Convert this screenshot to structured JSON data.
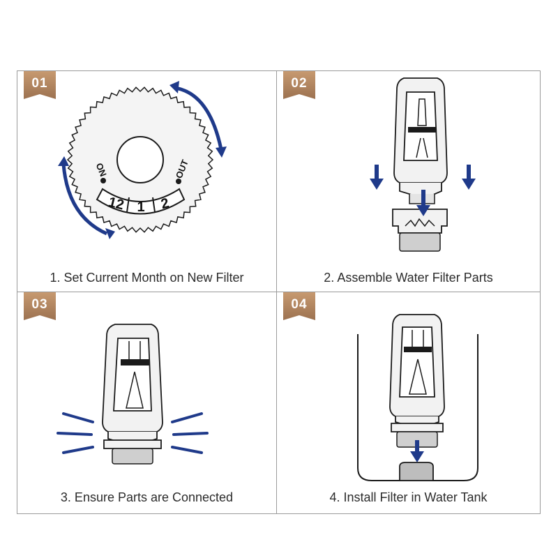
{
  "steps": [
    {
      "number": "01",
      "caption": "1. Set Current Month on New Filter"
    },
    {
      "number": "02",
      "caption": "2. Assemble Water Filter Parts"
    },
    {
      "number": "03",
      "caption": "3. Ensure Parts are Connected"
    },
    {
      "number": "04",
      "caption": "4. Install Filter in Water Tank"
    }
  ],
  "dial": {
    "on_label": "ON",
    "out_label": "OUT",
    "months": [
      "12",
      "1",
      "2"
    ]
  },
  "colors": {
    "badge": "#b58a62",
    "arrow": "#1f3a8a",
    "outline": "#1a1a1a",
    "body_fill": "#f2f2f2",
    "cap_fill": "#cfcfcf"
  }
}
